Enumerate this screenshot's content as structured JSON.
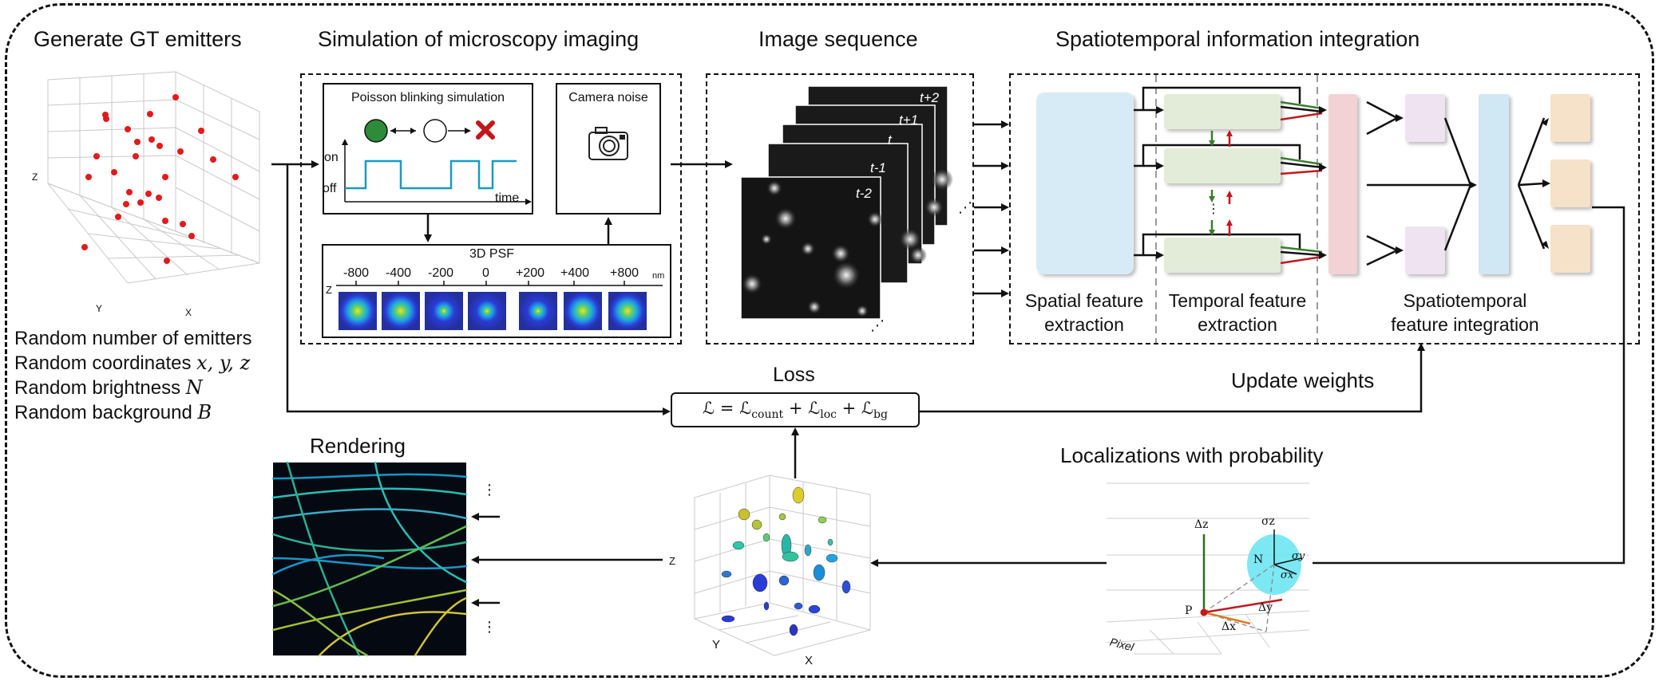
{
  "sections": {
    "gt": {
      "title": "Generate GT emitters",
      "axis_z": "Z",
      "axis_y": "Y",
      "axis_x": "X",
      "lines": [
        "Random number of emitters",
        "Random coordinates",
        "Random brightness",
        "Random background"
      ],
      "coords_symbol": "x, y, z",
      "brightness_symbol": "N",
      "background_symbol": "B"
    },
    "sim": {
      "title": "Simulation of microscopy imaging",
      "blink_title": "Poisson blinking simulation",
      "on": "on",
      "off": "off",
      "time": "time",
      "camera_title": "Camera noise",
      "psf_title": "3D PSF",
      "psf_z": "Z",
      "psf_ticks": [
        "-800",
        "-400",
        "-200",
        "0",
        "+200",
        "+400",
        "+800"
      ],
      "psf_unit": "nm"
    },
    "seq": {
      "title": "Image sequence",
      "frames": [
        "t+2",
        "t+1",
        "t",
        "t-1",
        "t-2"
      ],
      "dots_v": "⋮",
      "dots_d": "⋰"
    },
    "st": {
      "title": "Spatiotemporal information integration",
      "spatial": [
        "Spatial feature",
        "extraction"
      ],
      "temporal": [
        "Temporal feature",
        "extraction"
      ],
      "integration": [
        "Spatiotemporal",
        "feature integration"
      ],
      "dots": "⋮"
    },
    "loss": {
      "title": "Loss",
      "formula": "ℒ = ℒcount + ℒloc + ℒbg",
      "lhs": "ℒ = ℒ",
      "sub_count": "count",
      "sub_loc": "loc",
      "sub_bg": "bg"
    },
    "update": "Update weights",
    "render": {
      "title": "Rendering",
      "dots": "⋮"
    },
    "loc3d": {
      "axis_z": "Z",
      "axis_y": "Y",
      "axis_x": "X"
    },
    "prob": {
      "title": "Localizations with probability",
      "dz": "Δz",
      "sigma_z": "σz",
      "sigma_y": "σy",
      "sigma_x": "σx",
      "n": "N",
      "p": "P",
      "dy": "Δy",
      "dx": "Δx",
      "pixel": "Pixel"
    }
  },
  "colors": {
    "emitter": "#e31a1c",
    "blink_on": "#2e8b3a",
    "blink_trace": "#1a9bbd",
    "spatial_block": "#d6ebf5",
    "temporal_block": "#e3ecd8",
    "integ_pink": "#f3d2d6",
    "integ_lilac": "#efe3f1",
    "integ_blue": "#cfe8f3",
    "integ_peach": "#f6e1c9",
    "arrow_green": "#3a7d2e",
    "arrow_red": "#c4161c",
    "ellipsoid": "#6ee6f2"
  },
  "icons": [
    "camera-icon",
    "cross-icon",
    "poisson-circle-icon"
  ]
}
